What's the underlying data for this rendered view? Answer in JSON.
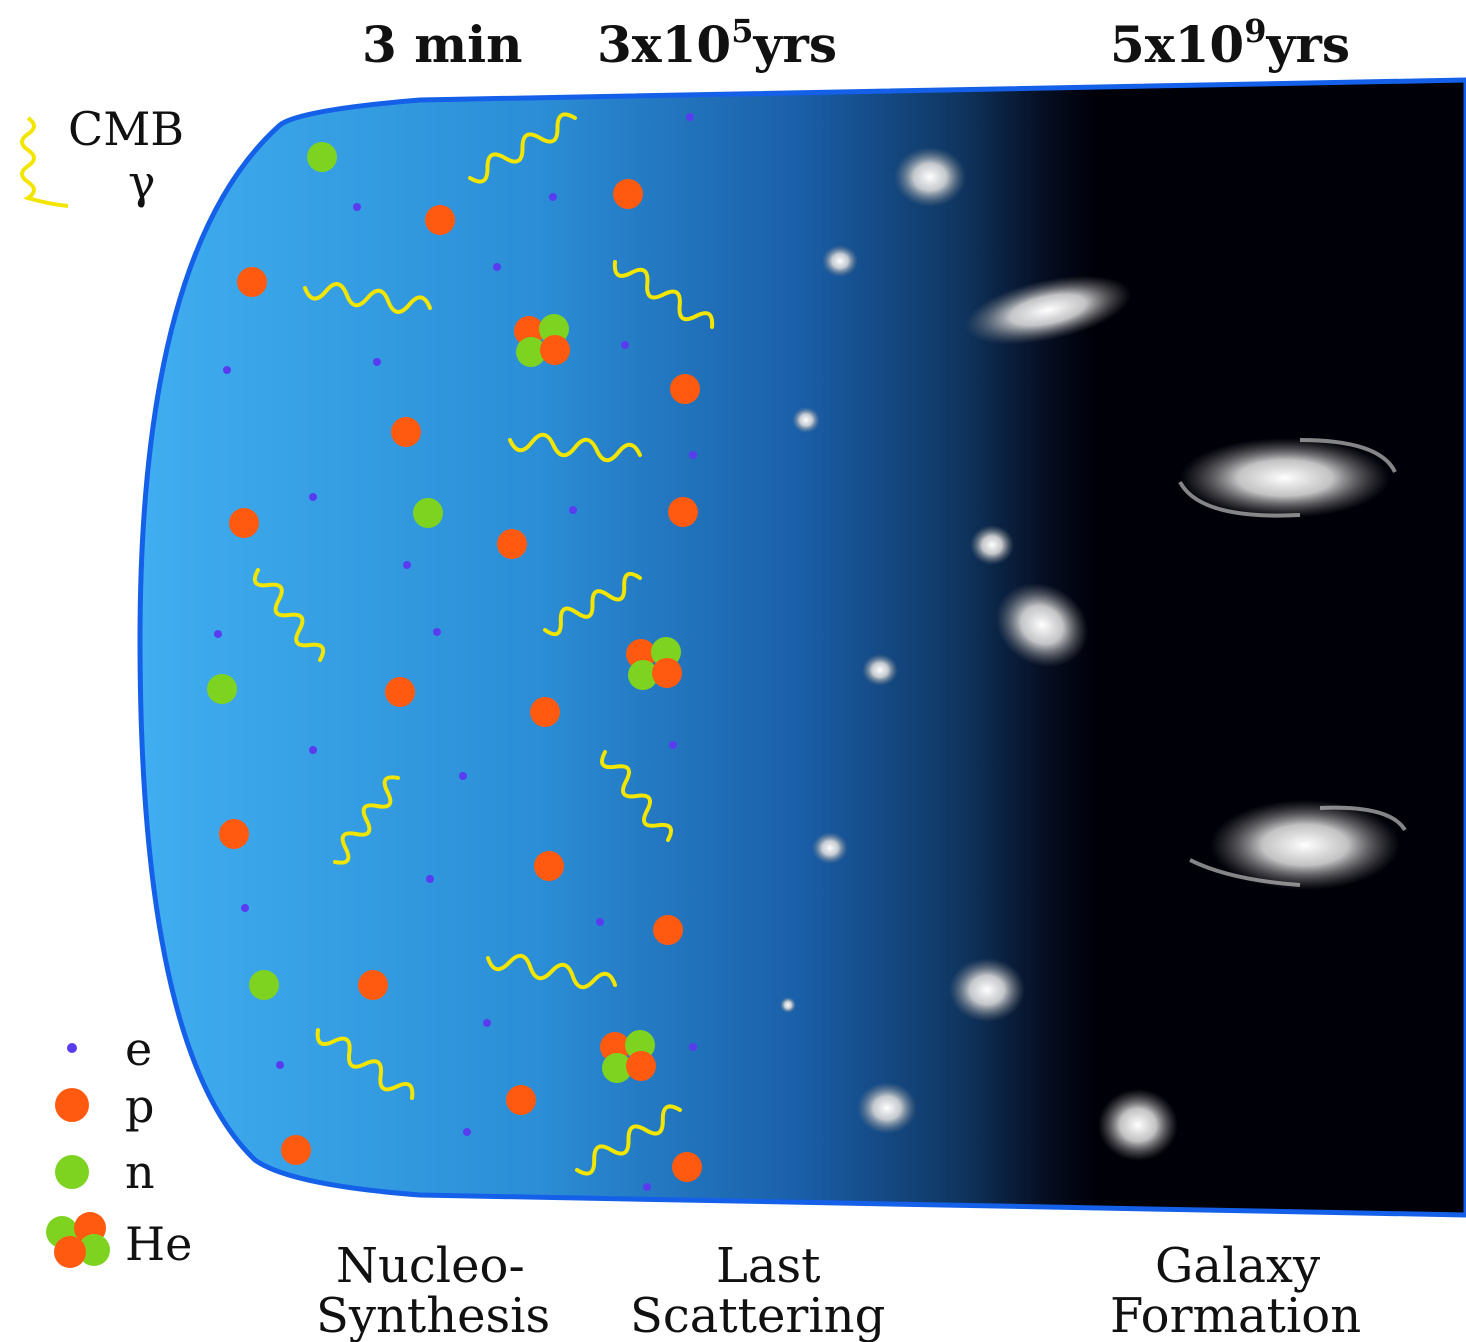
{
  "epochs": {
    "nucleosynthesis_time": "3 min",
    "last_scattering_time": "3x10",
    "last_scattering_exp": "5",
    "last_scattering_unit": "yrs",
    "galaxy_time": "5x10",
    "galaxy_exp": "9",
    "galaxy_unit": "yrs"
  },
  "captions": {
    "nucleosynthesis_line1": "Nucleo-",
    "nucleosynthesis_line2": "Synthesis",
    "last_scattering_line1": "Last",
    "last_scattering_line2": "Scattering",
    "galaxy_line1": "Galaxy",
    "galaxy_line2": "Formation"
  },
  "legend": {
    "cmb_label": "CMB",
    "gamma_label": "γ",
    "electron_label": "e",
    "proton_label": "p",
    "neutron_label": "n",
    "helium_label": "He"
  },
  "colors": {
    "plasma_light": "#3fa9e8",
    "plasma_dark": "#0a3a7a",
    "space": "#000010",
    "border": "#1560e8",
    "photon": "#f2e600",
    "proton": "#ff5a10",
    "neutron": "#7ed321",
    "electron": "#5a3cf0",
    "galaxy": "#e8e8e8"
  }
}
